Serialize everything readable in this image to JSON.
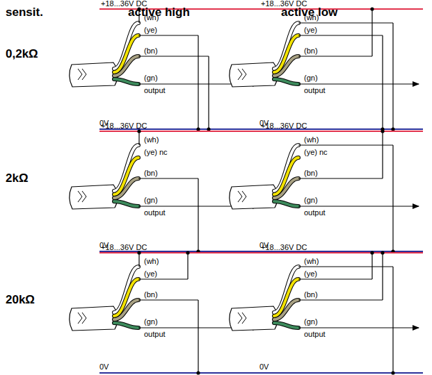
{
  "diagram": {
    "labels": [
      "sensit.",
      "active high",
      "active low",
      "0,2kΩ",
      "+18...36V DC",
      "(wh)",
      "(ye)",
      "(bn)",
      "(gn)",
      "output",
      "0V",
      "+18...36V DC",
      "(wh)",
      "(ye)",
      "(bn)",
      "(gn)",
      "output",
      "0V",
      "2kΩ",
      "+18...36V DC",
      "(wh)",
      "(ye) nc",
      "(bn)",
      "(gn)",
      "output",
      "0V",
      "+18...36V DC",
      "(wh)",
      "(ye) nc",
      "(bn)",
      "(gn)",
      "output",
      "0V",
      "20kΩ",
      "+18...36V DC",
      "(wh)",
      "(ye)",
      "(bn)",
      "(gn)",
      "output",
      "0V",
      "+18...36V DC",
      "(wh)",
      "(ye)",
      "(bn)",
      "(gn)",
      "output",
      "0V"
    ]
  }
}
